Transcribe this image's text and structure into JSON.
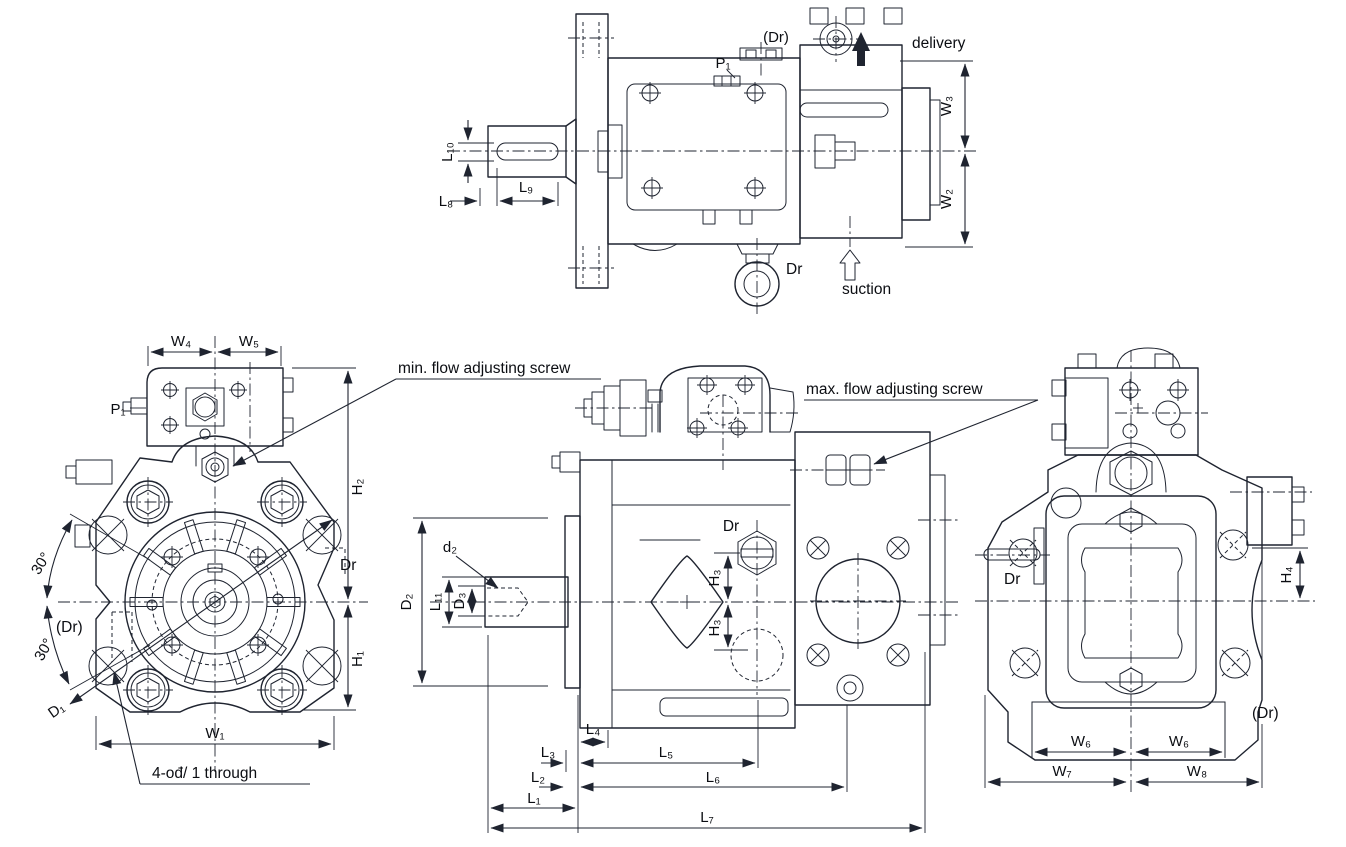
{
  "drawing": {
    "title": "pump outline dimensional drawing",
    "colors": {
      "line": "#1f2430",
      "text": "#0b0d12",
      "background": "#ffffff"
    },
    "views": {
      "top": {
        "labels": {
          "dr_paren": "(Dr)",
          "p1": "P₁",
          "delivery": "delivery",
          "w3": "W₃",
          "w2": "W₂",
          "l10": "L₁₀",
          "l8": "L₈",
          "l9": "L₉",
          "dr": "Dr",
          "suction": "suction"
        }
      },
      "front": {
        "labels": {
          "w4": "W₄",
          "w5": "W₅",
          "p1": "P₁",
          "h2": "H₂",
          "h1": "H₁",
          "w1": "W₁",
          "dr": "Dr",
          "dr_paren": "(Dr)",
          "angle_upper": "30°",
          "angle_lower": "30°",
          "d1": "D₁",
          "hole_note": "4-ođ/ 1 through"
        },
        "callouts": {
          "min_flow": "min. flow adjusting screw"
        }
      },
      "side": {
        "labels": {
          "d2": "d₂",
          "cap_d2": "D₂",
          "l11": "L₁₁",
          "d3": "D₃",
          "dr": "Dr",
          "h3_upper": "H₃",
          "h3_lower": "H₃",
          "l1": "L₁",
          "l2": "L₂",
          "l3": "L₃",
          "l4": "L₄",
          "l5": "L₅",
          "l6": "L₆",
          "l7": "L₇"
        },
        "callouts": {
          "max_flow": "max. flow adjusting screw"
        }
      },
      "rear": {
        "labels": {
          "dr": "Dr",
          "h4": "H₄",
          "dr_paren": "(Dr)",
          "w6_left": "W₆",
          "w6_right": "W₆",
          "w7": "W₇",
          "w8": "W₈"
        }
      }
    }
  }
}
